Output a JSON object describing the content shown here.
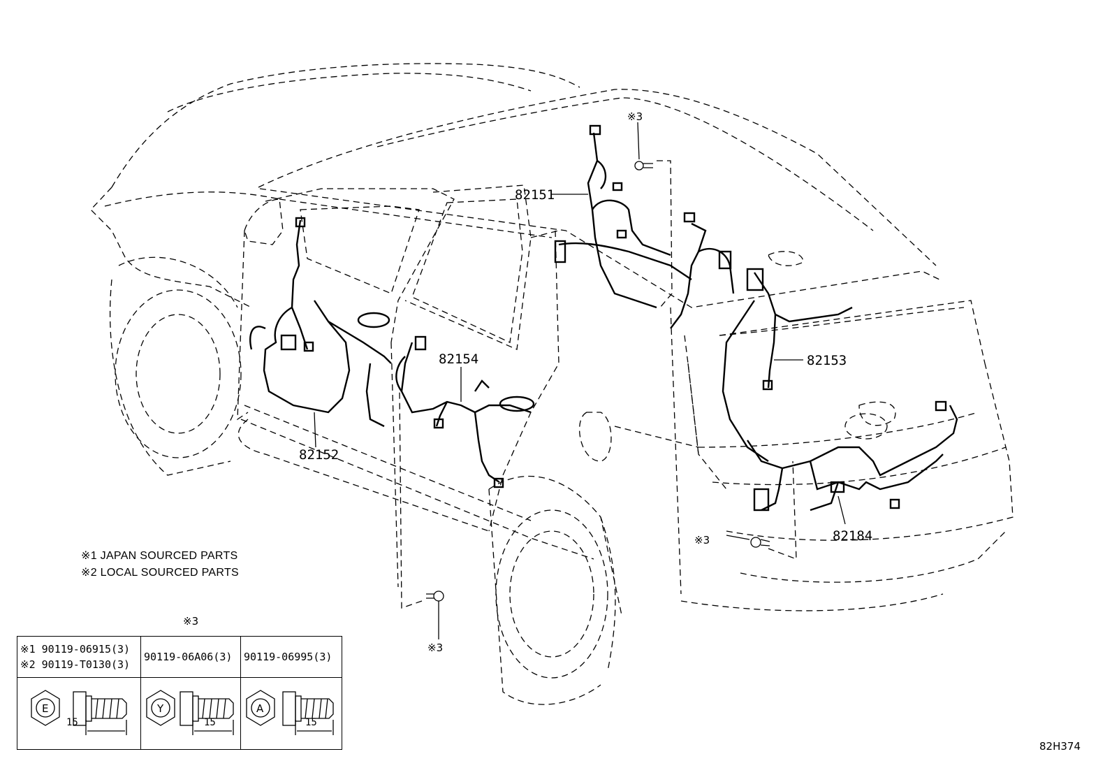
{
  "parts": {
    "p82151": "82151",
    "p82152": "82152",
    "p82153": "82153",
    "p82154": "82154",
    "p82184": "82184"
  },
  "ref_marks": {
    "roof": "※3",
    "rear": "※3",
    "floor": "※3",
    "table": "※3"
  },
  "notes": {
    "n1": "※1 JAPAN SOURCED PARTS",
    "n2": "※2 LOCAL SOURCED PARTS"
  },
  "fasteners": [
    {
      "row1": "※1 90119-06915(3)",
      "row2": "※2 90119-T0130(3)",
      "mark": "E",
      "dim": "15"
    },
    {
      "row1": "90119-06A06(3)",
      "row2": "",
      "mark": "Y",
      "dim": "15"
    },
    {
      "row1": "90119-06995(3)",
      "row2": "",
      "mark": "A",
      "dim": "15"
    }
  ],
  "figure_code": "82H374"
}
